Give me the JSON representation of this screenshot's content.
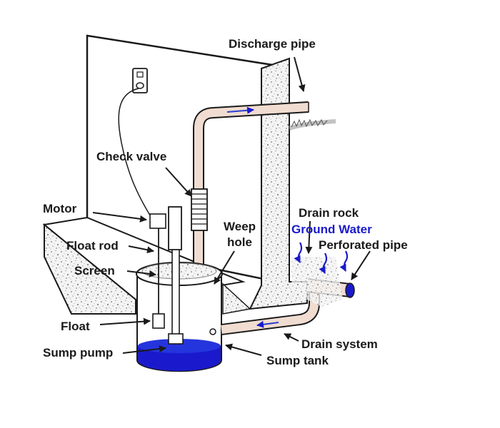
{
  "labels": {
    "discharge_pipe": "Discharge pipe",
    "check_valve": "Check valve",
    "motor": "Motor",
    "float_rod": "Float rod",
    "screen": "Screen",
    "float": "Float",
    "sump_pump": "Sump pump",
    "weep_hole_line1": "Weep",
    "weep_hole_line2": "hole",
    "drain_rock": "Drain rock",
    "ground_water": "Ground Water",
    "perforated_pipe": "Perforated pipe",
    "drain_system": "Drain system",
    "sump_tank": "Sump tank"
  },
  "colors": {
    "line": "#1a1a1a",
    "water": "#1a1acc",
    "pipe": "#e8c8b8",
    "flow_arrow": "#2a3fd0",
    "gravel": "#e8e8e8"
  }
}
